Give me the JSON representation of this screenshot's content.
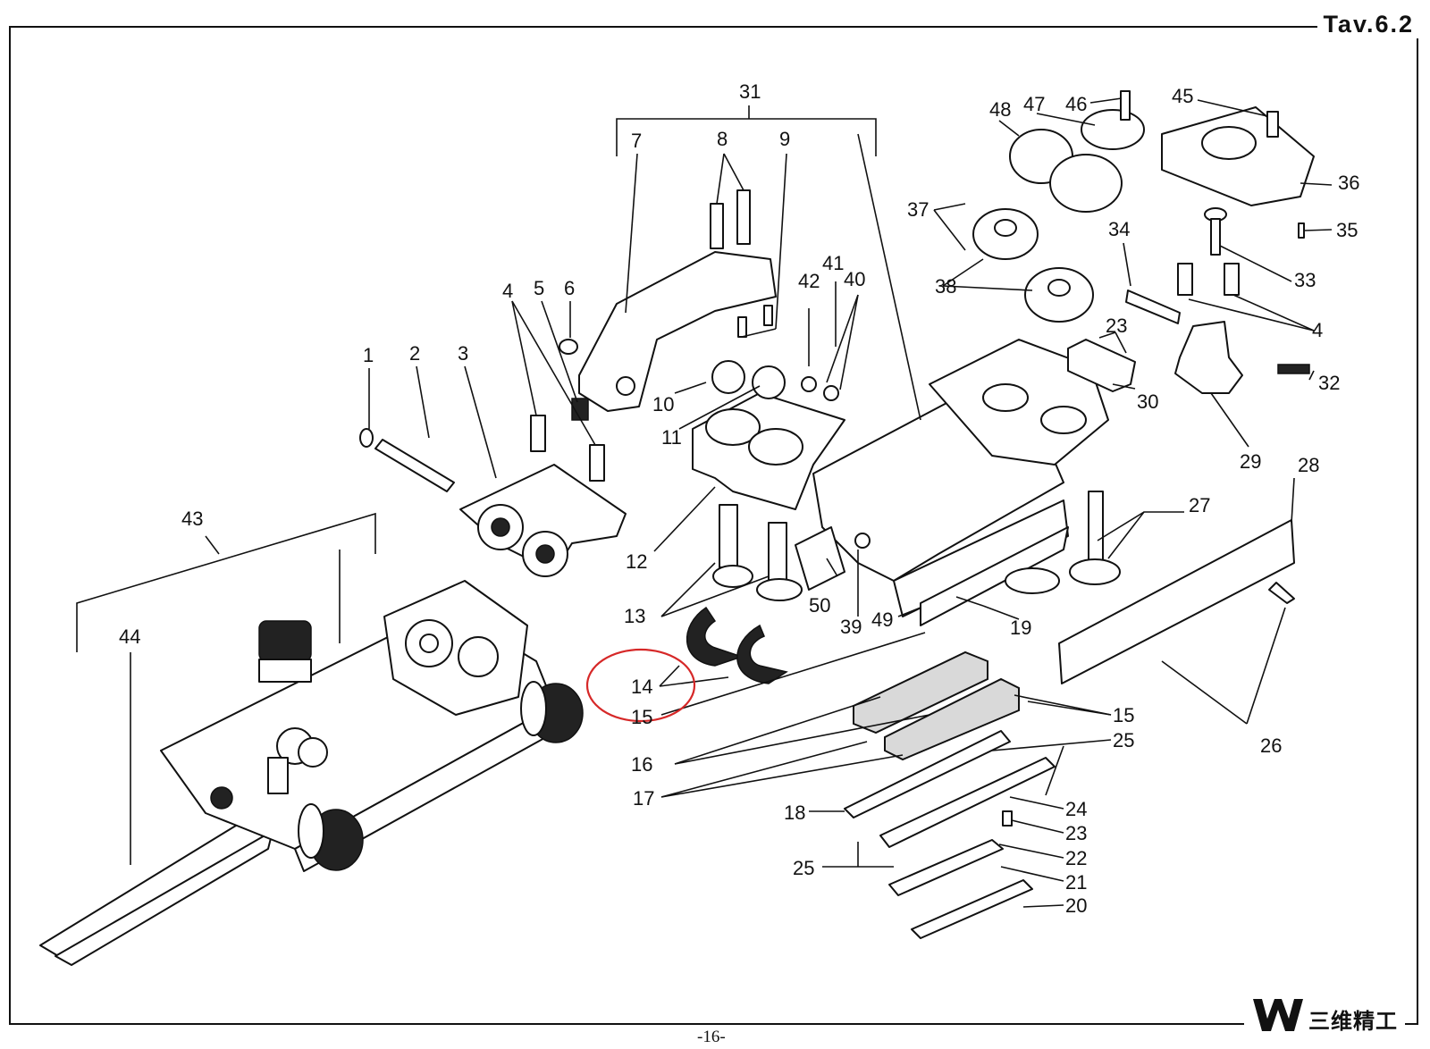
{
  "sheet_title": "Tav.6.2",
  "page_number": "-16-",
  "logo": {
    "mark": "W",
    "text": "三维精工"
  },
  "highlight": {
    "color": "#d62828",
    "target_label": "14"
  },
  "labels": {
    "l1": "1",
    "l2": "2",
    "l3": "3",
    "l4a": "4",
    "l4b": "4",
    "l5": "5",
    "l6": "6",
    "l7": "7",
    "l8": "8",
    "l9": "9",
    "l10": "10",
    "l11": "11",
    "l12": "12",
    "l13": "13",
    "l14": "14",
    "l15a": "15",
    "l15b": "15",
    "l16": "16",
    "l17": "17",
    "l18": "18",
    "l19": "19",
    "l20": "20",
    "l21": "21",
    "l22": "22",
    "l23a": "23",
    "l23b": "23",
    "l24": "24",
    "l25a": "25",
    "l25b": "25",
    "l26": "26",
    "l27": "27",
    "l28": "28",
    "l29": "29",
    "l30": "30",
    "l31": "31",
    "l32": "32",
    "l33": "33",
    "l34": "34",
    "l35": "35",
    "l36": "36",
    "l37": "37",
    "l38": "38",
    "l39": "39",
    "l40": "40",
    "l41": "41",
    "l42": "42",
    "l43": "43",
    "l44": "44",
    "l45": "45",
    "l46": "46",
    "l47": "47",
    "l48": "48",
    "l49": "49",
    "l50": "50"
  }
}
